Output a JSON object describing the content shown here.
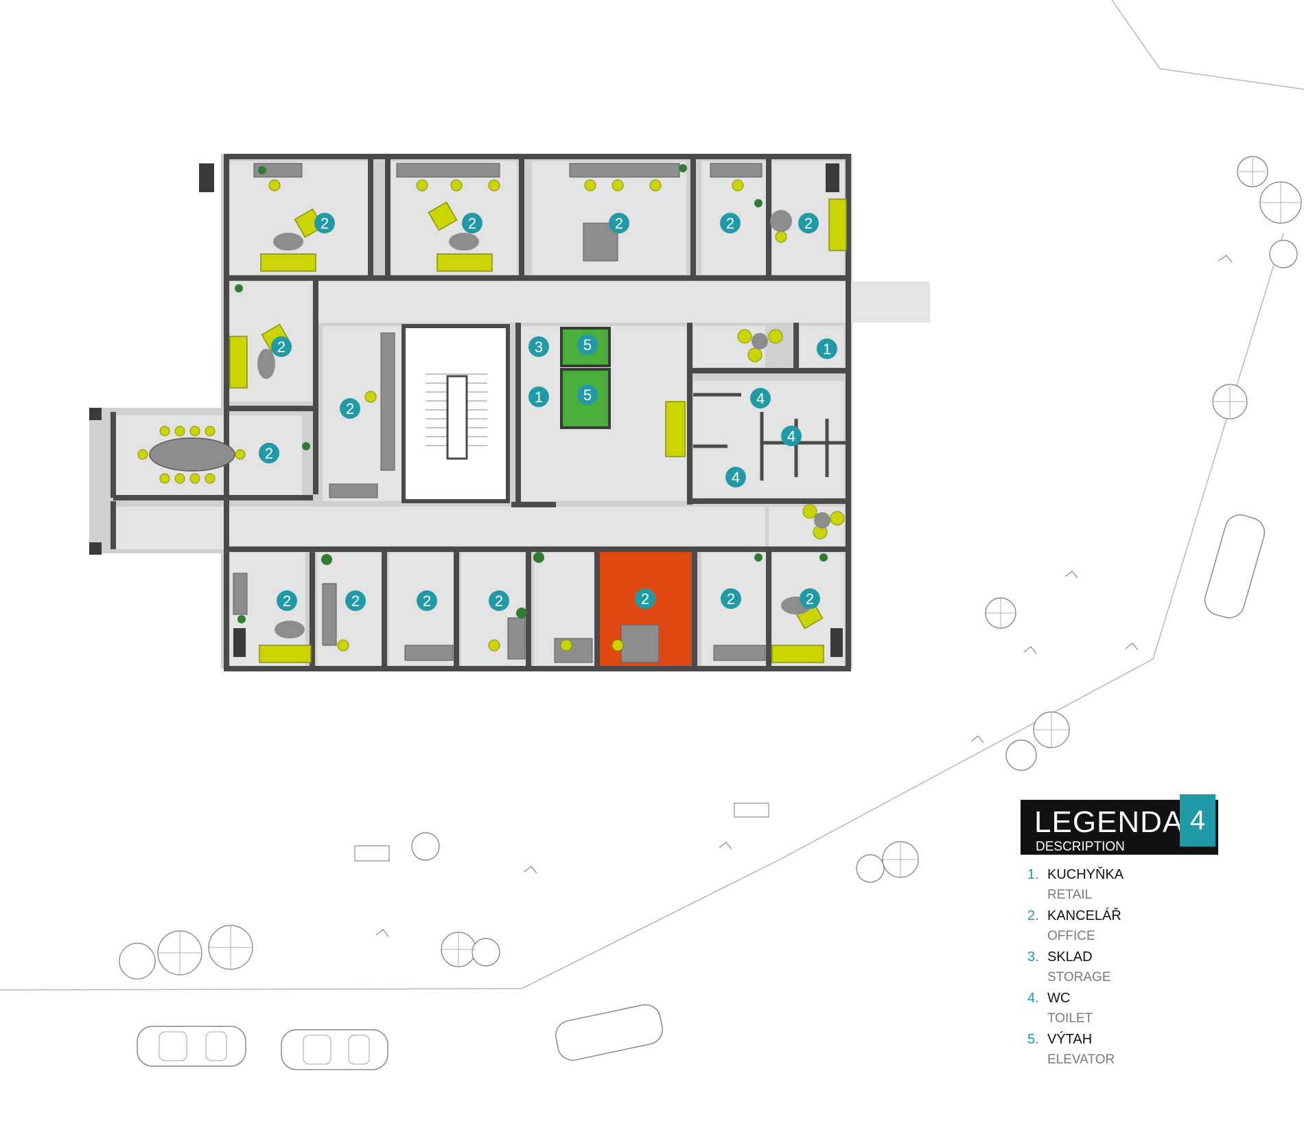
{
  "legend": {
    "title": "LEGENDA",
    "subtitle": "DESCRIPTION",
    "floor": "4",
    "items": [
      {
        "num": "1.",
        "cz": "KUCHYŇKA",
        "en": "RETAIL"
      },
      {
        "num": "2.",
        "cz": "KANCELÁŘ",
        "en": "OFFICE"
      },
      {
        "num": "3.",
        "cz": "SKLAD",
        "en": "STORAGE"
      },
      {
        "num": "4.",
        "cz": "WC",
        "en": "TOILET"
      },
      {
        "num": "5.",
        "cz": "VÝTAH",
        "en": "ELEVATOR"
      }
    ]
  },
  "room_markers": [
    "2",
    "2",
    "2",
    "2",
    "2",
    "2",
    "2",
    "2",
    "2",
    "1",
    "3",
    "5",
    "5",
    "1",
    "4",
    "4",
    "4",
    "2",
    "2",
    "2",
    "2",
    "2",
    "2",
    "2",
    "2"
  ],
  "colors": {
    "wall": "#4a4a4a",
    "floor": "#e3e3e3",
    "highlight_room": "#e04a12",
    "elevator": "#4aad3c",
    "accent": "#1f9aa6",
    "furniture_yellow": "#c9d400",
    "furniture_gray": "#8d8d8d"
  }
}
